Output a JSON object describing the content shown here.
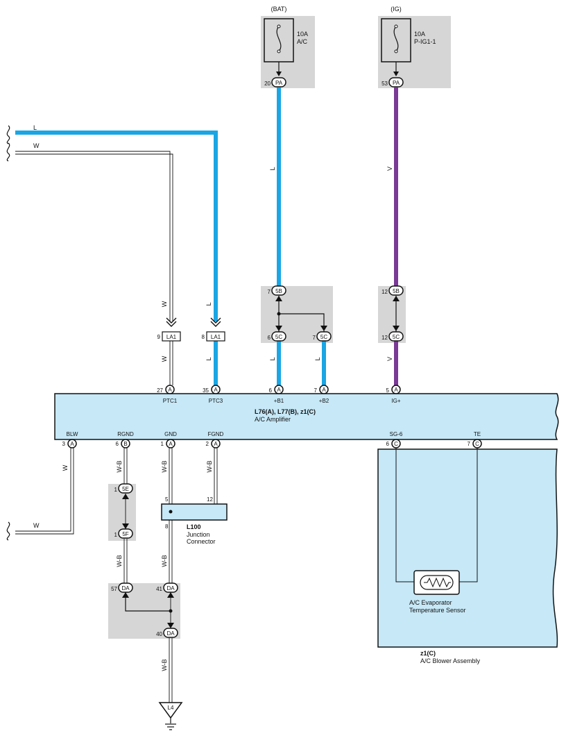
{
  "supplies": {
    "bat": {
      "label": "(BAT)",
      "fuse_rating": "10A",
      "fuse_name": "A/C",
      "pin": "20",
      "connector": "PA"
    },
    "ig": {
      "label": "(IG)",
      "fuse_rating": "10A",
      "fuse_name": "P-IG1-1",
      "pin": "53",
      "connector": "PA"
    }
  },
  "wires": {
    "l_in": "L",
    "w_in": "W",
    "w_vert": "W",
    "l_vert": "L",
    "bat_run": "L",
    "ig_run": "V",
    "w_la1": "W",
    "l_la1": "L",
    "b1_run": "L",
    "b2_run": "L",
    "ig_low": "V",
    "blw_w": "W",
    "blw_out": "W",
    "rgnd_top": "W-B",
    "gnd_top": "W-B",
    "fgnd_top": "W-B",
    "rgnd_mid": "W-B",
    "gnd_mid": "W-B",
    "ground_run": "W-B"
  },
  "connectors": {
    "la1_a": {
      "pin": "9",
      "name": "LA1"
    },
    "la1_b": {
      "pin": "8",
      "name": "LA1"
    },
    "j5b_a": {
      "pin": "7",
      "name": "5B"
    },
    "j5c_a": {
      "pin": "6",
      "name": "5C"
    },
    "j5c_b": {
      "pin": "7",
      "name": "5C"
    },
    "j5b_b": {
      "pin": "12",
      "name": "5B"
    },
    "j5c_c": {
      "pin": "12",
      "name": "5C"
    },
    "j5e": {
      "pin": "1",
      "name": "5E"
    },
    "j5f": {
      "pin": "1",
      "name": "5F"
    },
    "da57": {
      "pin": "57",
      "name": "DA"
    },
    "da41": {
      "pin": "41",
      "name": "DA"
    },
    "da40": {
      "pin": "40",
      "name": "DA"
    }
  },
  "amplifier": {
    "title": "L76(A), L77(B), z1(C)",
    "subtitle": "A/C Amplifier",
    "top_pins": [
      {
        "num": "27",
        "conn": "A",
        "name": "PTC1"
      },
      {
        "num": "35",
        "conn": "A",
        "name": "PTC3"
      },
      {
        "num": "6",
        "conn": "A",
        "name": "+B1"
      },
      {
        "num": "7",
        "conn": "A",
        "name": "+B2"
      },
      {
        "num": "5",
        "conn": "A",
        "name": "IG+"
      }
    ],
    "bottom_pins": [
      {
        "num": "3",
        "conn": "A",
        "name": "BLW"
      },
      {
        "num": "6",
        "conn": "B",
        "name": "RGND"
      },
      {
        "num": "1",
        "conn": "A",
        "name": "GND"
      },
      {
        "num": "2",
        "conn": "A",
        "name": "FGND"
      },
      {
        "num": "6",
        "conn": "C",
        "name": "SG-6"
      },
      {
        "num": "7",
        "conn": "C",
        "name": "TE"
      }
    ]
  },
  "junction": {
    "id": "L100",
    "name_line1": "Junction",
    "name_line2": "Connector",
    "pin_gnd": "5",
    "pin_fgnd": "12",
    "pin_out": "8"
  },
  "sensor": {
    "name_line1": "A/C Evaporator",
    "name_line2": "Temperature Sensor"
  },
  "blower": {
    "id": "z1(C)",
    "name": "A/C Blower Assembly"
  },
  "ground": {
    "id": "L4"
  },
  "colors": {
    "wire_l": "#1aa6e4",
    "wire_v": "#7b3a96",
    "component_fill": "#c6e8f7",
    "junction_fill": "#d6d6d6"
  }
}
